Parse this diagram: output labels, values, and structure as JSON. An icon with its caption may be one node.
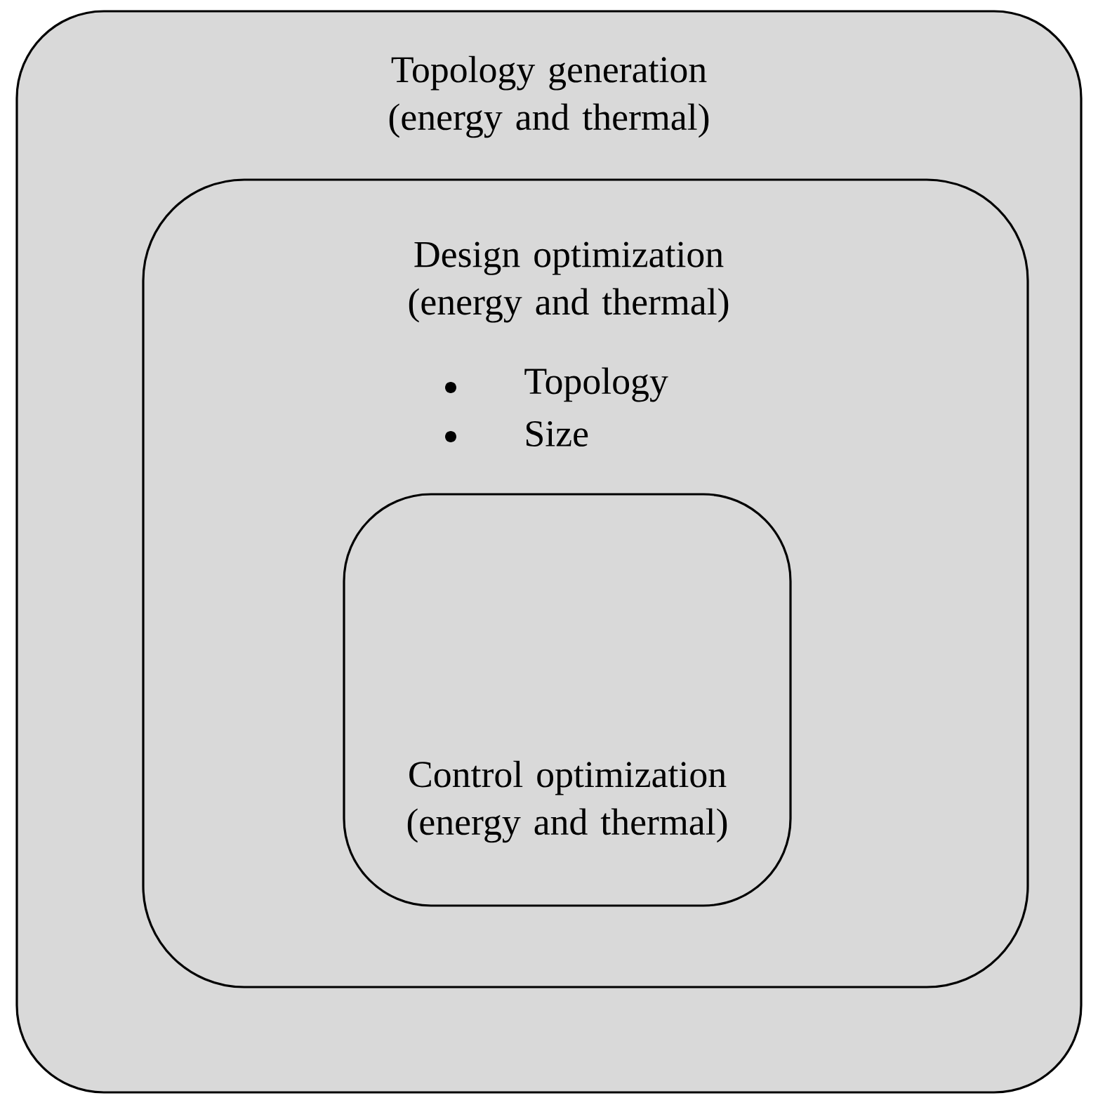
{
  "diagram": {
    "nodes": [
      {
        "text": [
          "Topology generation (energy and thermal)"
        ]
      },
      {
        "text": [
          "Design optimization (energy and thermal)",
          "Topology",
          "Size"
        ],
        "in": 0
      },
      {
        "text": [
          "Control optimization (energy and thermal)"
        ],
        "in": 1
      }
    ]
  }
}
